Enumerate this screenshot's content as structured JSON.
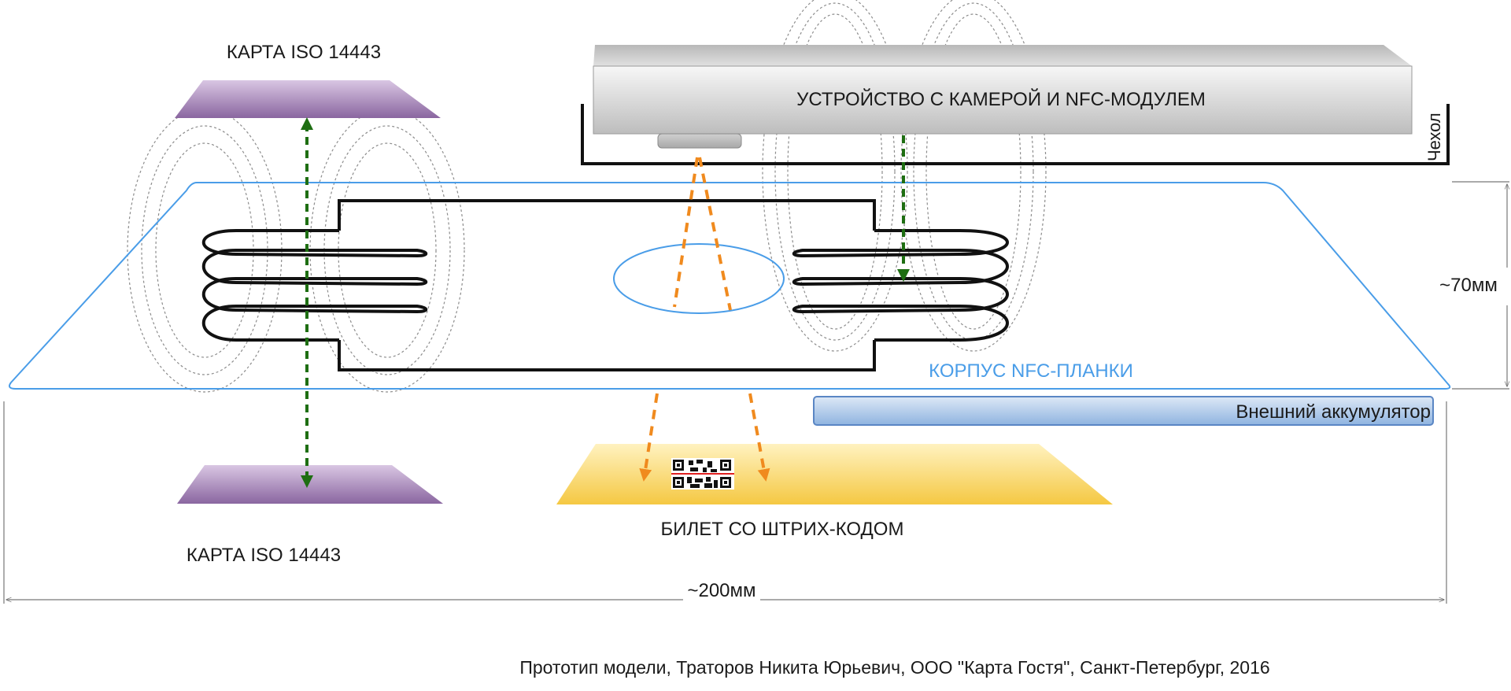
{
  "labels": {
    "card_top": "КАРТА ISO 14443",
    "card_bottom": "КАРТА ISO 14443",
    "device": "УСТРОЙСТВО С КАМЕРОЙ И NFC-МОДУЛЕМ",
    "case": "Чехол",
    "housing": "КОРПУС NFC-ПЛАНКИ",
    "battery": "Внешний аккумулятор",
    "ticket": "БИЛЕТ СО ШТРИХ-КОДОМ",
    "height": "~70мм",
    "width": "~200мм",
    "credit": "Прототип модели, Траторов Никита Юрьевич, ООО \"Карта Гостя\", Санкт-Петербург, 2016"
  },
  "colors": {
    "housing": "#4a9de8",
    "card": "#8a66a0",
    "ticket": "#f5c842",
    "battery": "#8fb4e0",
    "nfc_arrow": "#1e6e12",
    "camera_arrow": "#f08a1e"
  },
  "icons": [
    "qr-code-icon"
  ]
}
